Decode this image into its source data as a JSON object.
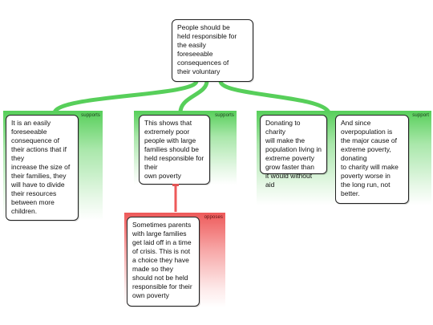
{
  "colors": {
    "support": "#57cf5a",
    "oppose": "#ee5a5a"
  },
  "root": {
    "text": "People should be\nheld responsible for\nthe easily\nforeseeable\nconsequences of\ntheir voluntary"
  },
  "branches": [
    {
      "label": "supports",
      "text": "It is an easily\nforeseeable\nconsequence of\ntheir actions that if\nthey\nincrease the size of\ntheir families, they\nwill have to divide\ntheir resources\nbetween more\nchildren."
    },
    {
      "label": "supports",
      "text": "This shows that\nextremely poor\npeople with large\nfamilies should be\nheld responsible for\ntheir\nown poverty"
    },
    {
      "label": "support",
      "text_a": "Donating to charity\nwill make the\npopulation living in\nextreme poverty\ngrow faster than\nit would without aid",
      "text_b": "And since\noverpopulation is\nthe major cause of\nextreme poverty,\ndonating\nto charity will make\npoverty worse in\nthe long run, not\nbetter."
    }
  ],
  "objection": {
    "label": "opposes",
    "text": "Sometimes parents\nwith large families\nget laid off in a time\nof crisis. This is not\na choice they have\nmade so they\nshould not be held\nresponsible for their\nown poverty"
  }
}
